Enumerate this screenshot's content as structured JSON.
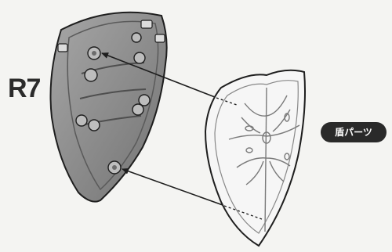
{
  "step": {
    "label": "R7"
  },
  "badge": {
    "label": "盾パーツ"
  },
  "colors": {
    "background": "#f4f4f2",
    "shield_back": "#8d8d8d",
    "shield_back_dark": "#6a6a6a",
    "shield_front": "#f6f6f6",
    "outline": "#1e1e1e",
    "badge": "#2a2a2a"
  },
  "parts": [
    {
      "name": "shield-back-frame",
      "icon": "shield-back-shape"
    },
    {
      "name": "shield-front-plate",
      "icon": "shield-front-crest-shape"
    }
  ],
  "connectors": [
    {
      "name": "upper-peg-arrow",
      "type": "arrow",
      "icon": "arrow-icon"
    },
    {
      "name": "lower-peg-arrow",
      "type": "arrow",
      "icon": "arrow-icon"
    }
  ]
}
